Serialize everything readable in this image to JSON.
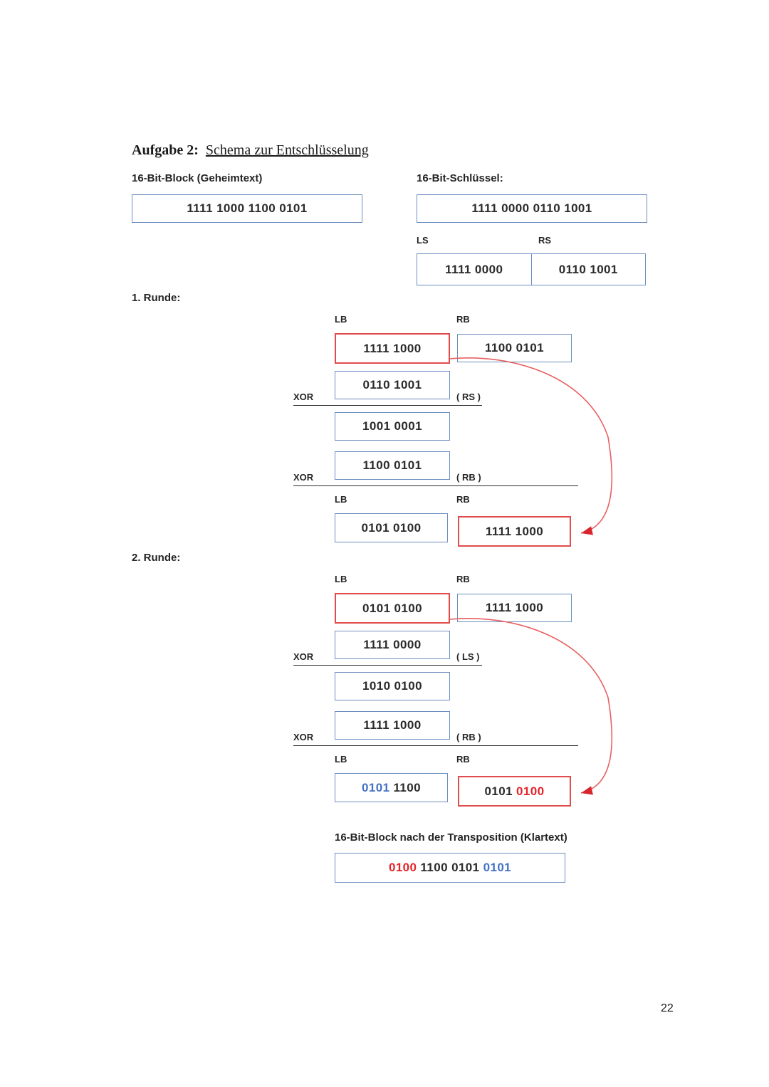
{
  "page_number": "22",
  "title": {
    "prefix": "Aufgabe 2:",
    "heading": "Schema zur Entschlüsselung"
  },
  "colors": {
    "box_border_blue": "#6c8ebf",
    "box_border_red": "#e04b4b",
    "text_blue": "#4472c4",
    "text_red": "#e3242b",
    "arrow_red": "#e85c5c",
    "text_dark": "#2b2b2b"
  },
  "ciphertext_block": {
    "label": "16-Bit-Block (Geheimtext)",
    "value": "1111 1000 1100 0101"
  },
  "key_block": {
    "label": "16-Bit-Schlüssel:",
    "value": "1111 0000 0110 1001",
    "ls_label": "LS",
    "rs_label": "RS",
    "ls_value": "1111 0000",
    "rs_value": "0110 1001"
  },
  "round1": {
    "heading": "1. Runde:",
    "lb_label": "LB",
    "rb_label": "RB",
    "lb_top": "1111 1000",
    "rb_top": "1100 0101",
    "xor_label": "XOR",
    "xor1_value": "0110 1001",
    "xor1_operand": "( RS )",
    "intermediate": "1001 0001",
    "xor2_value": "1100 0101",
    "xor2_operand": "( RB )",
    "lb_bottom": "0101 0100",
    "rb_bottom": "1111 1000"
  },
  "round2": {
    "heading": "2. Runde:",
    "lb_label": "LB",
    "rb_label": "RB",
    "lb_top": "0101 0100",
    "rb_top": "1111 1000",
    "xor_label": "XOR",
    "xor1_value": "1111 0000",
    "xor1_operand": "( LS )",
    "intermediate": "1010 0100",
    "xor2_value": "1111 1000",
    "xor2_operand": "( RB )",
    "lb_bottom_blue": "0101",
    "lb_bottom_black": "1100",
    "rb_bottom_black": "0101",
    "rb_bottom_red": "0100"
  },
  "result_block": {
    "label": "16-Bit-Block nach der Transposition (Klartext)",
    "part_red": "0100",
    "part_black": "1100 0101",
    "part_blue": "0101"
  }
}
